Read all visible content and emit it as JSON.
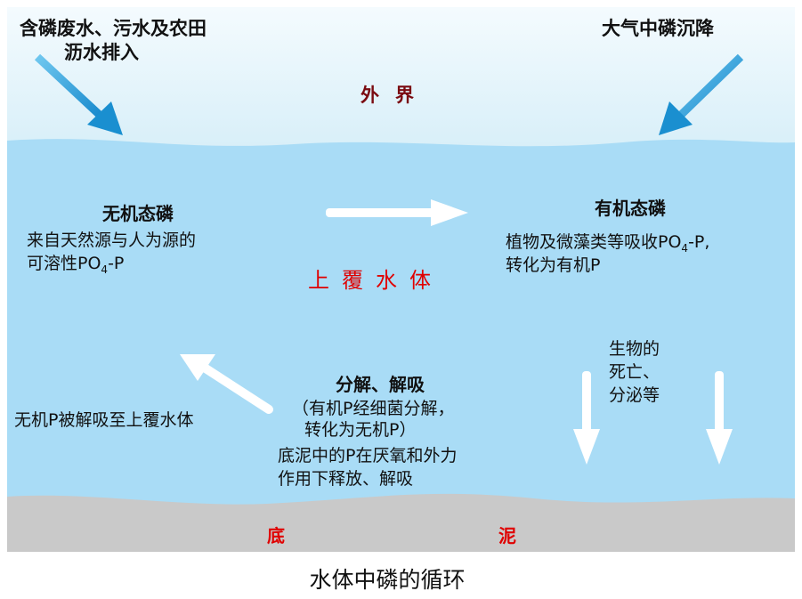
{
  "outside": {
    "label": "外界",
    "source_left": [
      "含磷废水、污水及农田",
      "沥水排入"
    ],
    "source_right": "大气中磷沉降"
  },
  "water": {
    "label": "上覆水体",
    "inorganic": {
      "title": "无机态磷",
      "lines": [
        "来自天然源与人为源的",
        "可溶性PO",
        "4",
        "-P"
      ]
    },
    "organic": {
      "title": "有机态磷",
      "lines": [
        "植物及微藻类等吸收PO",
        "4",
        "-P,",
        "转化为有机P"
      ]
    },
    "death": [
      "生物的",
      "死亡、",
      "分泌等"
    ],
    "release": "无机P被解吸至上覆水体",
    "decomp": {
      "title": "分解、解吸",
      "lines": [
        "（有机P经细菌分解，",
        "转化为无机P）",
        "底泥中的P在厌氧和外力",
        "作用下释放、解吸"
      ]
    }
  },
  "sediment": {
    "label_left": "底",
    "label_right": "泥"
  },
  "caption": "水体中磷的循环",
  "colors": {
    "sky": "#e6f4fa",
    "water": "#a9dcf6",
    "sediment": "#c9c9c9",
    "arrow_blue": "#1f9ad6"
  }
}
